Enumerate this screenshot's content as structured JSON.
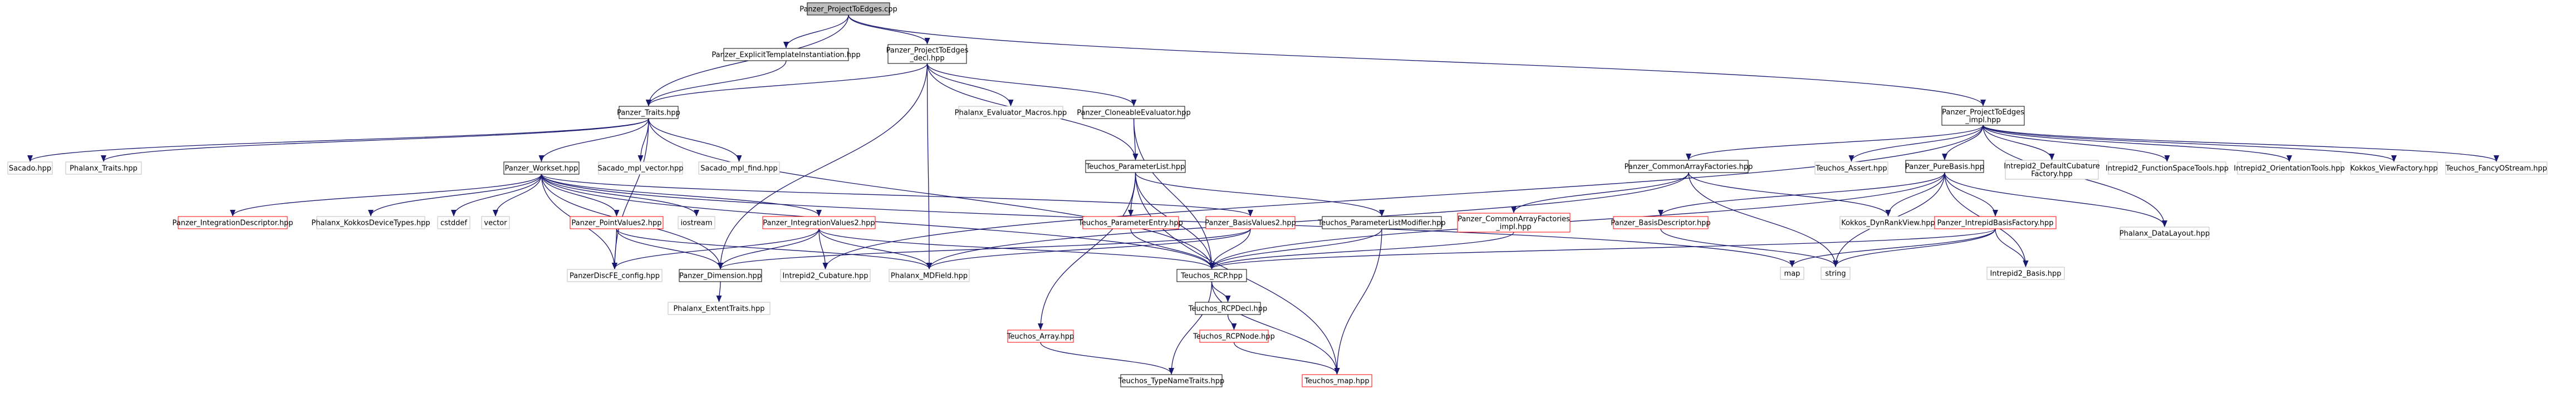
{
  "nodes": [
    {
      "id": "root",
      "label": "Panzer_ProjectToEdges.cpp",
      "style": "root"
    },
    {
      "id": "explicit",
      "label": "Panzer_ExplicitTemplateInstantiation.hpp",
      "style": "normal"
    },
    {
      "id": "decl",
      "label": "Panzer_ProjectToEdges\n_decl.hpp",
      "style": "normal"
    },
    {
      "id": "impl",
      "label": "Panzer_ProjectToEdges\n_impl.hpp",
      "style": "normal"
    },
    {
      "id": "traits",
      "label": "Panzer_Traits.hpp",
      "style": "normal"
    },
    {
      "id": "phxEvalMacros",
      "label": "Phalanx_Evaluator_Macros.hpp",
      "style": "gray"
    },
    {
      "id": "cloneable",
      "label": "Panzer_CloneableEvaluator.hpp",
      "style": "normal"
    },
    {
      "id": "sacado",
      "label": "Sacado.hpp",
      "style": "gray"
    },
    {
      "id": "phxTraits",
      "label": "Phalanx_Traits.hpp",
      "style": "gray"
    },
    {
      "id": "sacadoMplVec",
      "label": "Sacado_mpl_vector.hpp",
      "style": "gray"
    },
    {
      "id": "sacadoMplFind",
      "label": "Sacado_mpl_find.hpp",
      "style": "gray"
    },
    {
      "id": "workset",
      "label": "Panzer_Workset.hpp",
      "style": "normal"
    },
    {
      "id": "paramList",
      "label": "Teuchos_ParameterList.hpp",
      "style": "normal"
    },
    {
      "id": "commonArray",
      "label": "Panzer_CommonArrayFactories.hpp",
      "style": "normal"
    },
    {
      "id": "teuAsset",
      "label": "Teuchos_Assert.hpp",
      "style": "gray"
    },
    {
      "id": "pureBasis",
      "label": "Panzer_PureBasis.hpp",
      "style": "normal"
    },
    {
      "id": "intrepidDefCub",
      "label": "Intrepid2_DefaultCubature\nFactory.hpp",
      "style": "gray"
    },
    {
      "id": "intrepidFnSpace",
      "label": "Intrepid2_FunctionSpaceTools.hpp",
      "style": "gray"
    },
    {
      "id": "intrepidOrient",
      "label": "Intrepid2_OrientationTools.hpp",
      "style": "gray"
    },
    {
      "id": "kokkosView",
      "label": "Kokkos_ViewFactory.hpp",
      "style": "gray"
    },
    {
      "id": "teuFancy",
      "label": "Teuchos_FancyOStream.hpp",
      "style": "gray"
    },
    {
      "id": "intDesc",
      "label": "Panzer_IntegrationDescriptor.hpp",
      "style": "red"
    },
    {
      "id": "phxKokkos",
      "label": "Phalanx_KokkosDeviceTypes.hpp",
      "style": "gray"
    },
    {
      "id": "cstddef",
      "label": "cstddef",
      "style": "gray"
    },
    {
      "id": "vector",
      "label": "vector",
      "style": "gray"
    },
    {
      "id": "pointVal",
      "label": "Panzer_PointValues2.hpp",
      "style": "red"
    },
    {
      "id": "iostream",
      "label": "iostream",
      "style": "gray"
    },
    {
      "id": "intVal",
      "label": "Panzer_IntegrationValues2.hpp",
      "style": "red"
    },
    {
      "id": "paramEntry",
      "label": "Teuchos_ParameterEntry.hpp",
      "style": "red"
    },
    {
      "id": "basisVal",
      "label": "Panzer_BasisValues2.hpp",
      "style": "red"
    },
    {
      "id": "paramListMod",
      "label": "Teuchos_ParameterListModifier.hpp",
      "style": "normal"
    },
    {
      "id": "commonArrayImpl",
      "label": "Panzer_CommonArrayFactories\n_impl.hpp",
      "style": "red"
    },
    {
      "id": "basisDesc",
      "label": "Panzer_BasisDescriptor.hpp",
      "style": "red"
    },
    {
      "id": "kokkosDyn",
      "label": "Kokkos_DynRankView.hpp",
      "style": "gray"
    },
    {
      "id": "intrepidBasisFac",
      "label": "Panzer_IntrepidBasisFactory.hpp",
      "style": "red"
    },
    {
      "id": "phxDataLayout",
      "label": "Phalanx_DataLayout.hpp",
      "style": "gray"
    },
    {
      "id": "panzerDiscConfig",
      "label": "PanzerDiscFE_config.hpp",
      "style": "gray"
    },
    {
      "id": "dimension",
      "label": "Panzer_Dimension.hpp",
      "style": "normal"
    },
    {
      "id": "intrepidCub",
      "label": "Intrepid2_Cubature.hpp",
      "style": "gray"
    },
    {
      "id": "phxMDField",
      "label": "Phalanx_MDField.hpp",
      "style": "gray"
    },
    {
      "id": "rcp",
      "label": "Teuchos_RCP.hpp",
      "style": "normal"
    },
    {
      "id": "map",
      "label": "map",
      "style": "gray"
    },
    {
      "id": "string",
      "label": "string",
      "style": "gray"
    },
    {
      "id": "intrepidBasis",
      "label": "Intrepid2_Basis.hpp",
      "style": "gray"
    },
    {
      "id": "phxExtent",
      "label": "Phalanx_ExtentTraits.hpp",
      "style": "gray"
    },
    {
      "id": "rcpDecl",
      "label": "Teuchos_RCPDecl.hpp",
      "style": "normal"
    },
    {
      "id": "teuArray",
      "label": "Teuchos_Array.hpp",
      "style": "red"
    },
    {
      "id": "rcpNode",
      "label": "Teuchos_RCPNode.hpp",
      "style": "red"
    },
    {
      "id": "typeName",
      "label": "Teuchos_TypeNameTraits.hpp",
      "style": "normal"
    },
    {
      "id": "teuMap",
      "label": "Teuchos_map.hpp",
      "style": "red"
    }
  ],
  "edges": [
    [
      "root",
      "explicit"
    ],
    [
      "root",
      "decl"
    ],
    [
      "root",
      "impl"
    ],
    [
      "root",
      "traits"
    ],
    [
      "explicit",
      "traits"
    ],
    [
      "decl",
      "traits"
    ],
    [
      "decl",
      "phxEvalMacros"
    ],
    [
      "decl",
      "cloneable"
    ],
    [
      "decl",
      "paramList"
    ],
    [
      "decl",
      "dimension"
    ],
    [
      "decl",
      "phxMDField"
    ],
    [
      "impl",
      "commonArray"
    ],
    [
      "impl",
      "teuAsset"
    ],
    [
      "impl",
      "pureBasis"
    ],
    [
      "impl",
      "intrepidDefCub"
    ],
    [
      "impl",
      "intrepidFnSpace"
    ],
    [
      "impl",
      "intrepidOrient"
    ],
    [
      "impl",
      "kokkosView"
    ],
    [
      "impl",
      "teuFancy"
    ],
    [
      "impl",
      "phxDataLayout"
    ],
    [
      "impl",
      "intrepidCub"
    ],
    [
      "traits",
      "sacado"
    ],
    [
      "traits",
      "phxTraits"
    ],
    [
      "traits",
      "sacadoMplVec"
    ],
    [
      "traits",
      "sacadoMplFind"
    ],
    [
      "traits",
      "workset"
    ],
    [
      "traits",
      "panzerDiscConfig"
    ],
    [
      "traits",
      "rcp"
    ],
    [
      "cloneable",
      "paramList"
    ],
    [
      "cloneable",
      "rcp"
    ],
    [
      "paramList",
      "paramEntry"
    ],
    [
      "paramList",
      "paramListMod"
    ],
    [
      "paramList",
      "rcp"
    ],
    [
      "paramList",
      "teuArray"
    ],
    [
      "paramList",
      "teuMap"
    ],
    [
      "workset",
      "intDesc"
    ],
    [
      "workset",
      "phxKokkos"
    ],
    [
      "workset",
      "cstddef"
    ],
    [
      "workset",
      "vector"
    ],
    [
      "workset",
      "pointVal"
    ],
    [
      "workset",
      "iostream"
    ],
    [
      "workset",
      "intVal"
    ],
    [
      "workset",
      "basisVal"
    ],
    [
      "workset",
      "dimension"
    ],
    [
      "workset",
      "panzerDiscConfig"
    ],
    [
      "workset",
      "rcp"
    ],
    [
      "workset",
      "map"
    ],
    [
      "commonArray",
      "commonArrayImpl"
    ],
    [
      "commonArray",
      "kokkosDyn"
    ],
    [
      "commonArray",
      "string"
    ],
    [
      "commonArray",
      "phxMDField"
    ],
    [
      "pureBasis",
      "basisDesc"
    ],
    [
      "pureBasis",
      "kokkosDyn"
    ],
    [
      "pureBasis",
      "intrepidBasisFac"
    ],
    [
      "pureBasis",
      "phxDataLayout"
    ],
    [
      "pureBasis",
      "rcp"
    ],
    [
      "pureBasis",
      "string"
    ],
    [
      "pureBasis",
      "intrepidBasis"
    ],
    [
      "pointVal",
      "panzerDiscConfig"
    ],
    [
      "pointVal",
      "dimension"
    ],
    [
      "pointVal",
      "phxMDField"
    ],
    [
      "intVal",
      "dimension"
    ],
    [
      "intVal",
      "panzerDiscConfig"
    ],
    [
      "intVal",
      "intrepidCub"
    ],
    [
      "intVal",
      "phxMDField"
    ],
    [
      "intVal",
      "rcp"
    ],
    [
      "paramEntry",
      "rcp"
    ],
    [
      "basisVal",
      "dimension"
    ],
    [
      "basisVal",
      "rcp"
    ],
    [
      "basisVal",
      "phxMDField"
    ],
    [
      "paramListMod",
      "rcp"
    ],
    [
      "paramListMod",
      "teuMap"
    ],
    [
      "commonArrayImpl",
      "rcp"
    ],
    [
      "basisDesc",
      "string"
    ],
    [
      "intrepidBasisFac",
      "rcp"
    ],
    [
      "intrepidBasisFac",
      "map"
    ],
    [
      "intrepidBasisFac",
      "string"
    ],
    [
      "intrepidBasisFac",
      "intrepidBasis"
    ],
    [
      "dimension",
      "phxExtent"
    ],
    [
      "rcp",
      "rcpDecl"
    ],
    [
      "rcp",
      "typeName"
    ],
    [
      "rcp",
      "teuMap"
    ],
    [
      "rcpDecl",
      "rcpNode"
    ],
    [
      "rcpNode",
      "teuMap"
    ],
    [
      "teuArray",
      "typeName"
    ]
  ],
  "colors": {
    "root_fill": "#bfbfbf",
    "node_border": "#000000",
    "gray_border": "#bfbfbf",
    "red_border": "#ff0000",
    "edge": "#191970",
    "text": "#000000"
  }
}
